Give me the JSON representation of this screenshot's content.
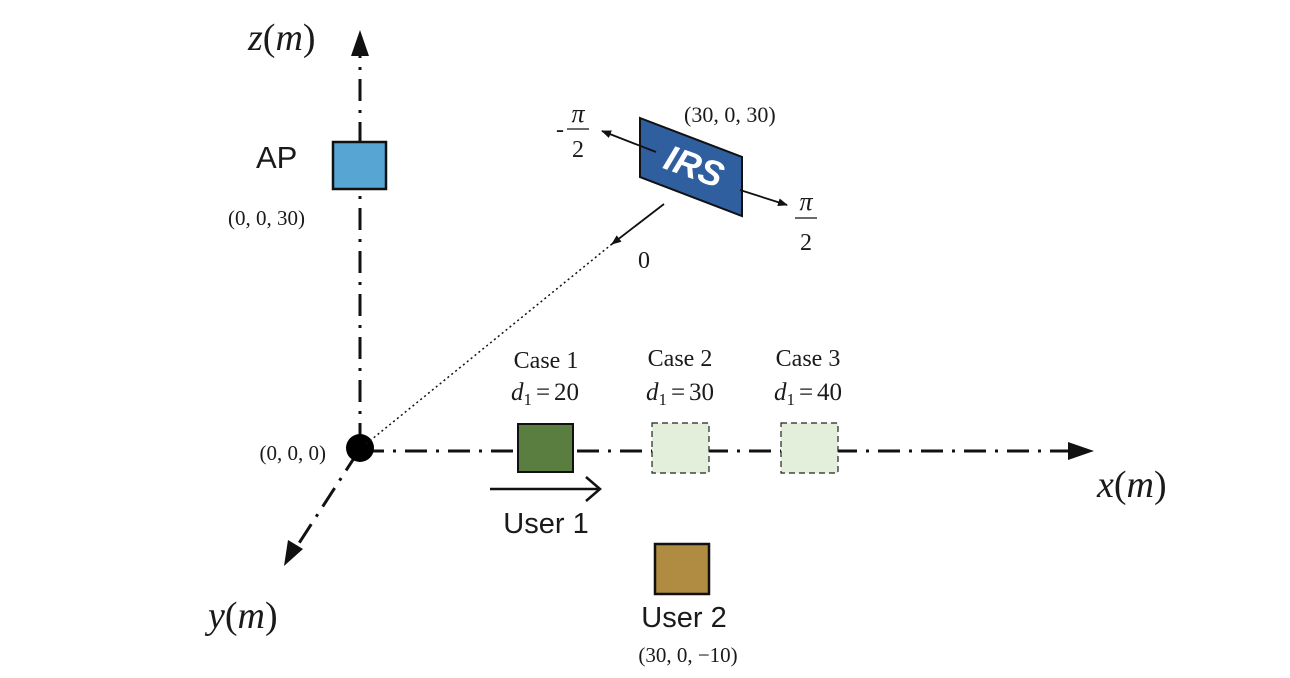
{
  "axes": {
    "z_var": "z",
    "z_unit": "m",
    "x_var": "x",
    "x_unit": "m",
    "y_var": "y",
    "y_unit": "m"
  },
  "origin": {
    "coord": "(0, 0, 0)"
  },
  "ap": {
    "label": "AP",
    "coord": "(0, 0, 30)",
    "color": "#56a5d2"
  },
  "irs": {
    "label": "IRS",
    "coord": "(30, 0, 30)",
    "color": "#2f5f9e",
    "angle_left_sign": "-",
    "angle_pi": "π",
    "angle_den": "2",
    "angle_zero": "0"
  },
  "cases": [
    {
      "title": "Case 1",
      "var": "d",
      "sub": "1",
      "op": "=",
      "value": "20",
      "fill": "#5a7d40",
      "style": "solid"
    },
    {
      "title": "Case 2",
      "var": "d",
      "sub": "1",
      "op": "=",
      "value": "30",
      "fill": "#e3eedb",
      "style": "dashed"
    },
    {
      "title": "Case 3",
      "var": "d",
      "sub": "1",
      "op": "=",
      "value": "40",
      "fill": "#e3eedb",
      "style": "dashed"
    }
  ],
  "user1": {
    "label": "User 1"
  },
  "user2": {
    "label": "User 2",
    "coord": "(30, 0, −10)",
    "color": "#b08b42"
  }
}
